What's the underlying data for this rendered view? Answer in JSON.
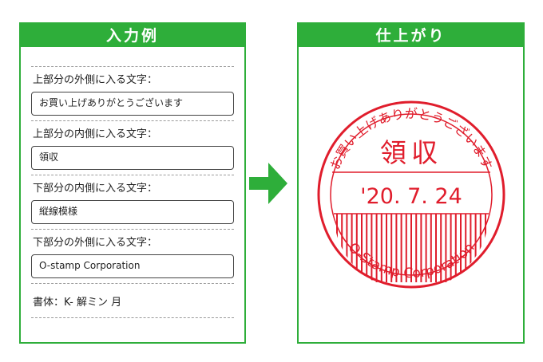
{
  "left_panel": {
    "header": "入力例",
    "fields": [
      {
        "label": "上部分の外側に入る文字：",
        "value": "お買い上げありがとうございます"
      },
      {
        "label": "上部分の内側に入る文字：",
        "value": "領収"
      },
      {
        "label": "下部分の内側に入る文字：",
        "value": "縦線模様"
      },
      {
        "label": "下部分の外側に入る文字：",
        "value": "O-stamp Corporation"
      }
    ],
    "font_label": "書体：K- 解ミン 月"
  },
  "right_panel": {
    "header": "仕上がり",
    "stamp": {
      "top_outer_text": "お買い上げありがとうございます",
      "top_inner_text": "領収",
      "date_text": "'20. 7. 24",
      "bottom_outer_text": "O-Stamp Corporation",
      "color": "#e01d2c"
    }
  },
  "colors": {
    "accent": "#2eae3a",
    "stamp": "#e01d2c"
  }
}
